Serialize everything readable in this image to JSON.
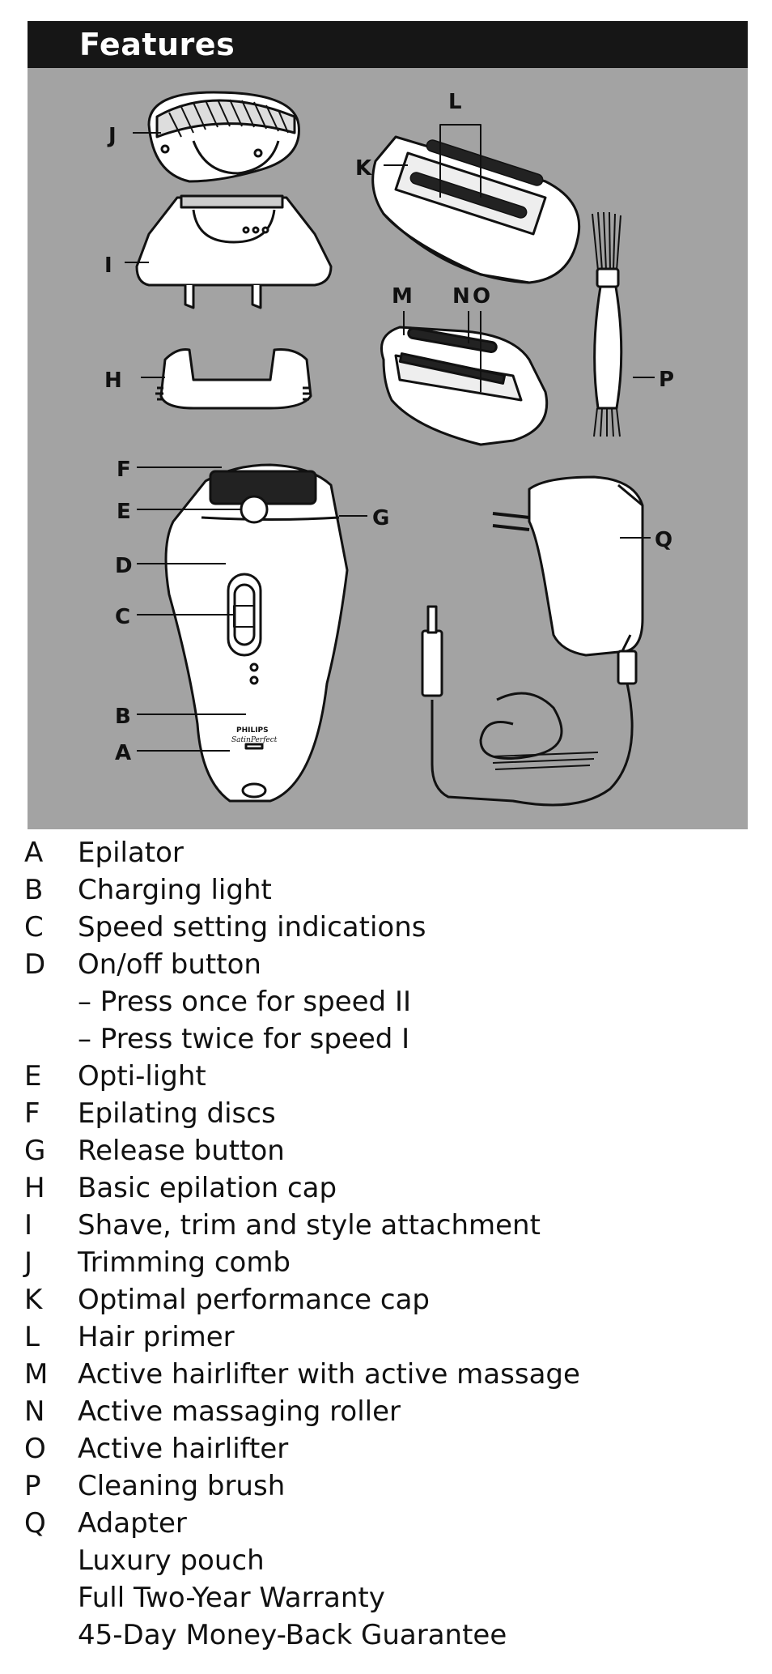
{
  "header": {
    "title": "Features"
  },
  "figure": {
    "callouts": {
      "A": "A",
      "B": "B",
      "C": "C",
      "D": "D",
      "E": "E",
      "F": "F",
      "G": "G",
      "H": "H",
      "I": "I",
      "J": "J",
      "K": "K",
      "L": "L",
      "M": "M",
      "N": "N",
      "O": "O",
      "P": "P",
      "Q": "Q"
    },
    "epilator_brand": "PHILIPS",
    "epilator_model": "SatinPerfect",
    "colors": {
      "background": "#a3a3a3",
      "part_fill": "#ffffff",
      "line": "#111111"
    }
  },
  "legend": [
    {
      "letter": "A",
      "text": "Epilator"
    },
    {
      "letter": "B",
      "text": "Charging light"
    },
    {
      "letter": "C",
      "text": "Speed setting indications"
    },
    {
      "letter": "D",
      "text": "On/off button"
    },
    {
      "letter": "",
      "text": "– Press once for speed II"
    },
    {
      "letter": "",
      "text": "– Press twice for speed I"
    },
    {
      "letter": "E",
      "text": "Opti-light"
    },
    {
      "letter": "F",
      "text": "Epilating discs"
    },
    {
      "letter": "G",
      "text": "Release button"
    },
    {
      "letter": "H",
      "text": "Basic epilation cap"
    },
    {
      "letter": "I",
      "text": "Shave, trim and style attachment"
    },
    {
      "letter": "J",
      "text": "Trimming comb"
    },
    {
      "letter": "K",
      "text": "Optimal performance cap"
    },
    {
      "letter": "L",
      "text": "Hair primer"
    },
    {
      "letter": "M",
      "text": "Active hairlifter with active massage"
    },
    {
      "letter": "N",
      "text": "Active massaging roller"
    },
    {
      "letter": "O",
      "text": "Active hairlifter"
    },
    {
      "letter": "P",
      "text": "Cleaning brush"
    },
    {
      "letter": "Q",
      "text": "Adapter"
    },
    {
      "letter": "",
      "text": "Luxury pouch"
    },
    {
      "letter": "",
      "text": "Full Two-Year Warranty"
    },
    {
      "letter": "",
      "text": "45-Day Money-Back Guarantee"
    }
  ]
}
